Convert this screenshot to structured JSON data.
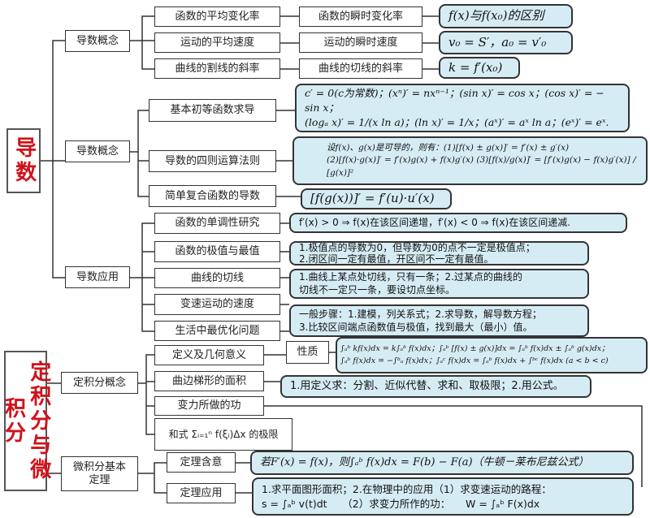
{
  "titles": {
    "derivative": "导数",
    "integral": "定积分与微积分"
  },
  "level1": {
    "concept_a": "导数概念",
    "concept_b": "导数概念",
    "application": "导数应用",
    "integral_concept": "定积分概念",
    "fundamental_theorem": "微积分基本定理"
  },
  "concept_a": {
    "items": [
      "函数的平均变化率",
      "运动的平均速度",
      "曲线的割线的斜率"
    ],
    "next": [
      "函数的瞬时变化率",
      "运动的瞬时速度",
      "曲线的切线的斜率"
    ],
    "formulas": [
      "f(x)与f(x₀)的区别",
      "v₀ = S′，a₀ = v′₀",
      "k = f′(x₀)"
    ]
  },
  "concept_b": {
    "items": [
      "基本初等函数求导",
      "导数的四则运算法则",
      "简单复合函数的导数"
    ],
    "basic_formulas": [
      "c′ = 0(c为常数)；(xⁿ)′ = nxⁿ⁻¹；(sin x)′ = cos x；(cos x)′ = − sin x；",
      "(logₐ x)′ = 1/(x ln a)；(ln x)′ = 1/x；(aˣ)′ = aˣ ln a；(eˣ)′ = eˣ."
    ],
    "arith_formulas": [
      "设f(x)、g(x)是可导的，则有：(1)[f(x) ± g(x)]′ = f′(x) ± g′(x)",
      "(2)[f(x)·g(x)]′ = f′(x)g(x) + f(x)g′(x)  (3)[f(x)/g(x)]′ = [f′(x)g(x) − f(x)g′(x)] / [g(x)]²"
    ],
    "composite_formula": "[f(g(x))]′ = f′(u)·u′(x)"
  },
  "application": {
    "items": [
      "函数的单调性研究",
      "函数的极值与最值",
      "曲线的切线",
      "变速运动的速度",
      "生活中最优化问题"
    ],
    "monotonic": "f′(x) > 0 ⇒ f(x)在该区间递增，f′(x) < 0 ⇒ f(x)在该区间递减.",
    "extremum": [
      "1.极值点的导数为0，但导数为0的点不一定是极值点；",
      "2.闭区间一定有最值，开区间不一定有最值。"
    ],
    "tangent": [
      "1.曲线上某点处切线，只有一条；2.过某点的曲线的",
      "切线不一定只一条，要设切点坐标。"
    ],
    "optimization": [
      "一般步骤：1.建模，列关系式；2.求导数，解导数方程；",
      "3.比较区间端点函数值与极值，找到最大（最小）值。"
    ]
  },
  "integral": {
    "items": [
      "定义及几何意义",
      "曲边梯形的面积",
      "变力所做的功",
      "和式 Σᵢ₌₁ⁿ f(ξᵢ)Δx 的极限"
    ],
    "property_label": "性质",
    "properties": [
      "∫ₐᵇ kf(x)dx = k∫ₐᵇ f(x)dx；∫ₐᵇ [f(x) ± g(x)]dx = ∫ₐᵇ f(x)dx ± ∫ₐᵇ g(x)dx；",
      "∫ₐᵇ f(x)dx = −∫ᵇₐ f(x)dx；∫ₐᶜ f(x)dx = ∫ₐᵇ f(x)dx + ∫ᵇᶜ f(x)dx (a < b < c)"
    ],
    "area": "1.用定义求：分割、近似代替、求和、取极限；2.用公式。"
  },
  "theorem": {
    "items": [
      "定理含意",
      "定理应用"
    ],
    "meaning": "若F′(x) = f(x)，则∫ₐᵇ f(x)dx = F(b) − F(a)（牛顿－莱布尼兹公式）",
    "application": [
      "1.求平面图形面积；2.在物理中的应用（1）求变速运动的路程：",
      "s = ∫ₐᵇ v(t)dt　　（2）求变力所作的功：　　W = ∫ₐᵇ F(x)dx"
    ]
  }
}
